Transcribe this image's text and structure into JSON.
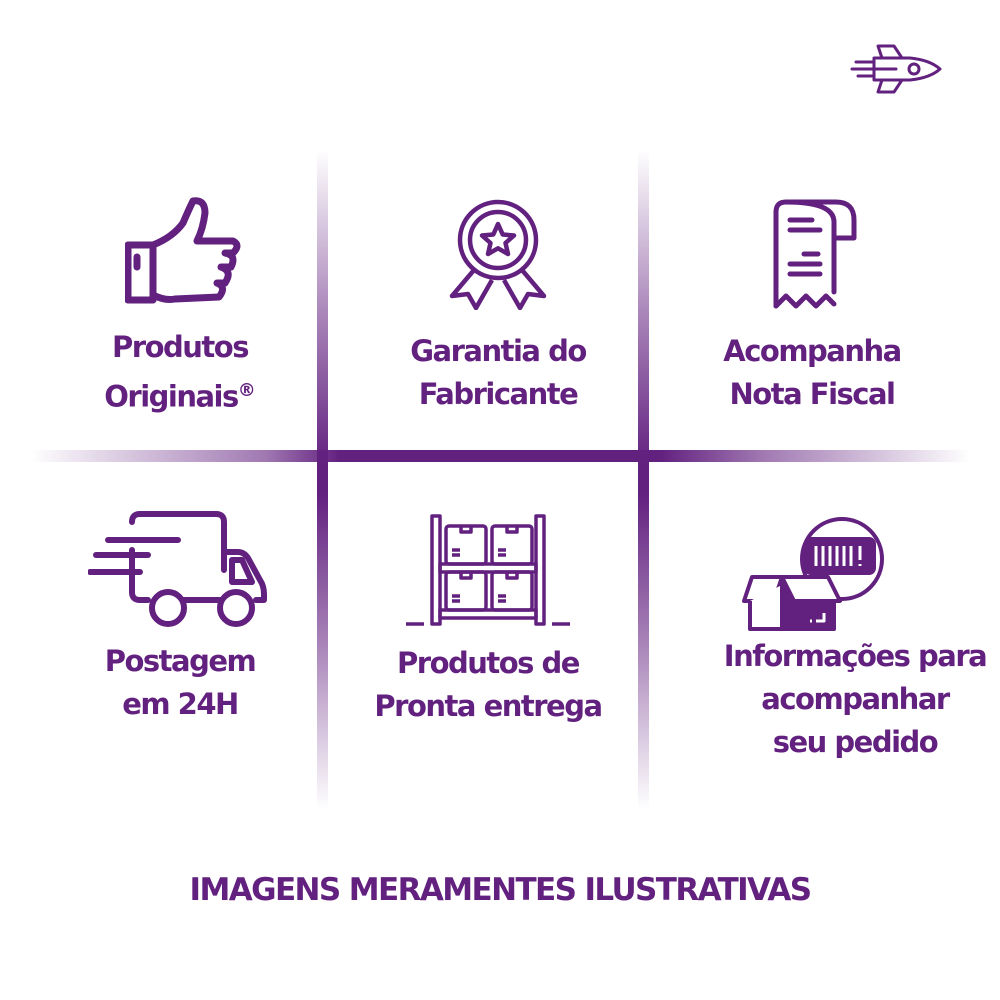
{
  "brand": {
    "accent_color": "#62207f",
    "logo_icon": "rocket-icon"
  },
  "features": [
    {
      "icon": "thumbs-up-icon",
      "line1": "Produtos",
      "line2": "Originais",
      "mark": "®"
    },
    {
      "icon": "award-ribbon-icon",
      "line1": "Garantia do",
      "line2": "Fabricante"
    },
    {
      "icon": "receipt-icon",
      "line1": "Acompanha",
      "line2": "Nota Fiscal"
    },
    {
      "icon": "delivery-truck-icon",
      "line1": "Postagem",
      "line2": "em 24H"
    },
    {
      "icon": "warehouse-shelf-icon",
      "line1": "Produtos de",
      "line2": "Pronta entrega"
    },
    {
      "icon": "package-barcode-icon",
      "line1": "Informações para",
      "line2": "acompanhar",
      "line3": "seu pedido"
    }
  ],
  "footer": {
    "disclaimer": "IMAGENS MERAMENTES ILUSTRATIVAS"
  }
}
